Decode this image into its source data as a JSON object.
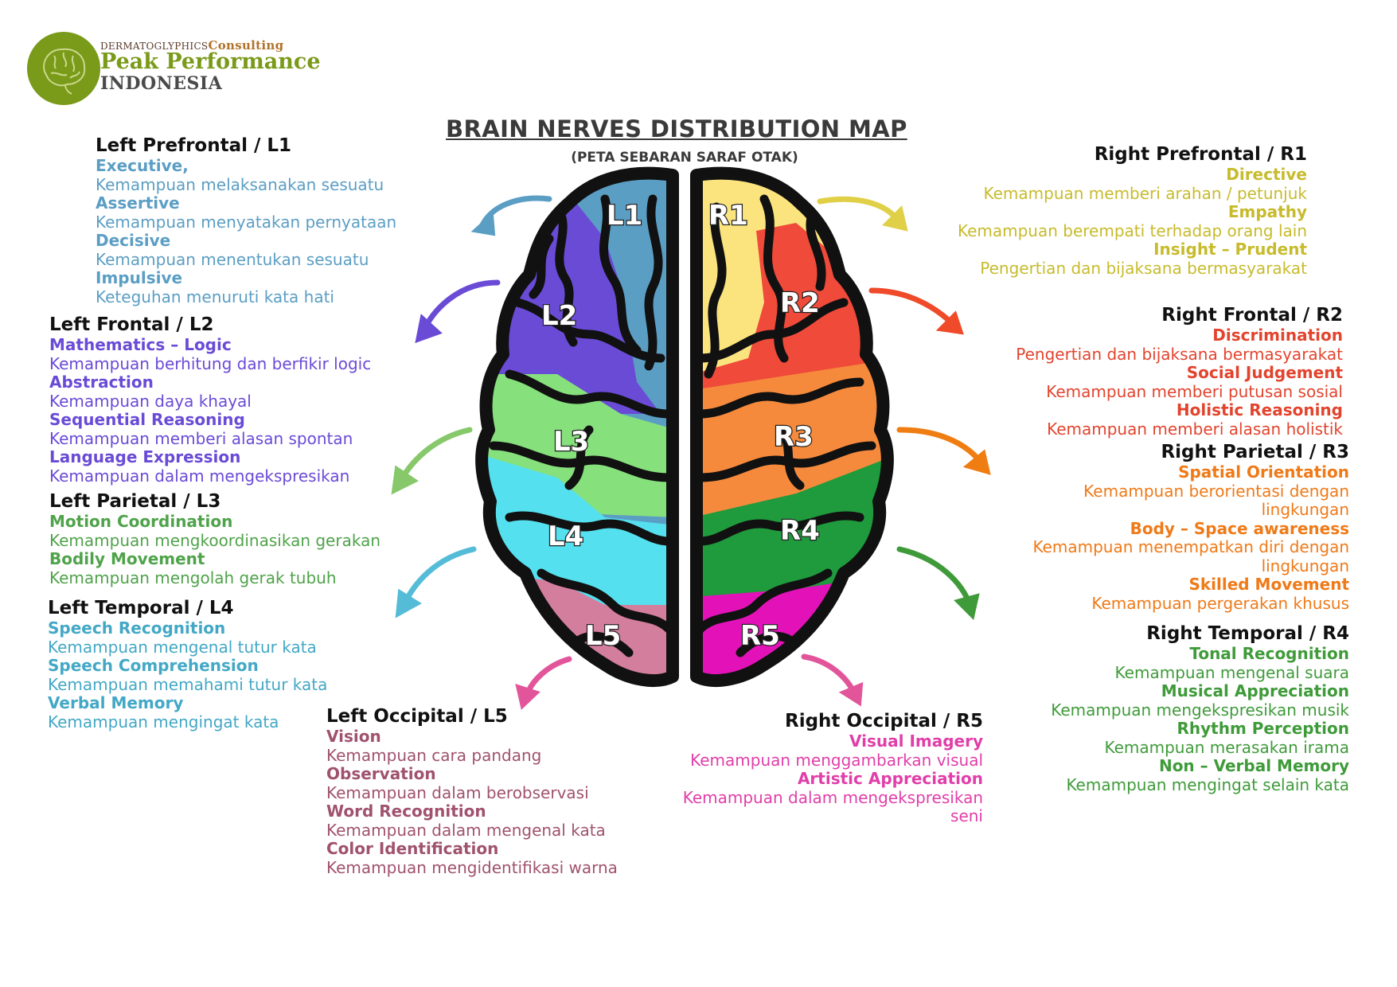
{
  "logo": {
    "line1a": "DERMATOGLYPHICS",
    "line1b": "Consulting",
    "line2": "Peak Performance",
    "line3": "INDONESIA"
  },
  "title": "BRAIN NERVES DISTRIBUTION  MAP",
  "subtitle": "(PETA SEBARAN SARAF OTAK)",
  "colors": {
    "L1": "#5b9ec4",
    "L2": "#6a4bd6",
    "L3": "#86e07c",
    "L4": "#55e0ef",
    "L5": "#d47e9e",
    "R1": "#fbe47e",
    "R2": "#ef4a3a",
    "R3": "#f68a3c",
    "R4": "#1f9a3c",
    "R5": "#e312b8"
  },
  "labels": {
    "L1": "L1",
    "L2": "L2",
    "L3": "L3",
    "L4": "L4",
    "L5": "L5",
    "R1": "R1",
    "R2": "R2",
    "R3": "R3",
    "R4": "R4",
    "R5": "R5"
  },
  "groups": {
    "L1": {
      "heading": "Left Prefrontal / L1",
      "color": "#5b9ec4",
      "items": [
        {
          "trait": "Executive,",
          "desc": "Kemampuan melaksanakan sesuatu"
        },
        {
          "trait": "Assertive",
          "desc": "Kemampuan menyatakan pernyataan"
        },
        {
          "trait": "Decisive",
          "desc": "Kemampuan menentukan sesuatu"
        },
        {
          "trait": "Impulsive",
          "desc": "Keteguhan menuruti kata hati"
        }
      ]
    },
    "L2": {
      "heading": "Left Frontal / L2",
      "color": "#6a4bd6",
      "items": [
        {
          "trait": "Mathematics – Logic",
          "desc": "Kemampuan berhitung dan berfikir logic"
        },
        {
          "trait": "Abstraction",
          "desc": "Kemampuan daya khayal"
        },
        {
          "trait": "Sequential Reasoning",
          "desc": "Kemampuan memberi alasan spontan"
        },
        {
          "trait": "Language Expression",
          "desc": "Kemampuan dalam mengekspresikan"
        }
      ]
    },
    "L3": {
      "heading": "Left Parietal / L3",
      "color": "#4fa34a",
      "items": [
        {
          "trait": "Motion Coordination",
          "desc": "Kemampuan mengkoordinasikan gerakan"
        },
        {
          "trait": "Bodily Movement",
          "desc": "Kemampuan mengolah gerak tubuh"
        }
      ]
    },
    "L4": {
      "heading": "Left Temporal / L4",
      "color": "#43a8c6",
      "items": [
        {
          "trait": "Speech Recognition",
          "desc": "Kemampuan mengenal tutur kata"
        },
        {
          "trait": "Speech Comprehension",
          "desc": "Kemampuan memahami tutur kata"
        },
        {
          "trait": "Verbal Memory",
          "desc": "Kemampuan mengingat kata"
        }
      ]
    },
    "L5": {
      "heading": "Left Occipital / L5",
      "color": "#a0526e",
      "items": [
        {
          "trait": "Vision",
          "desc": "Kemampuan cara pandang"
        },
        {
          "trait": "Observation",
          "desc": "Kemampuan dalam berobservasi"
        },
        {
          "trait": "Word Recognition",
          "desc": "Kemampuan dalam mengenal kata"
        },
        {
          "trait": "Color Identification",
          "desc": "Kemampuan mengidentifikasi warna"
        }
      ]
    },
    "R1": {
      "heading": "Right Prefrontal / R1",
      "color": "#c7bb2c",
      "items": [
        {
          "trait": "Directive",
          "desc": "Kemampuan memberi arahan / petunjuk"
        },
        {
          "trait": "Empathy",
          "desc": "Kemampuan berempati terhadap orang lain"
        },
        {
          "trait": "Insight – Prudent",
          "desc": "Pengertian dan bijaksana bermasyarakat"
        }
      ]
    },
    "R2": {
      "heading": "Right Frontal / R2",
      "color": "#e2442e",
      "items": [
        {
          "trait": "Discrimination",
          "desc": "Pengertian dan bijaksana bermasyarakat"
        },
        {
          "trait": "Social Judgement",
          "desc": "Kemampuan memberi putusan sosial"
        },
        {
          "trait": "Holistic Reasoning",
          "desc": "Kemampuan memberi alasan holistik"
        }
      ]
    },
    "R3": {
      "heading": "Right Parietal / R3",
      "color": "#ef7a18",
      "items": [
        {
          "trait": "Spatial Orientation",
          "desc": "Kemampuan berorientasi dengan lingkungan"
        },
        {
          "trait": "Body – Space awareness",
          "desc": "Kemampuan menempatkan diri dengan lingkungan"
        },
        {
          "trait": "Skilled Movement",
          "desc": "Kemampuan pergerakan khusus"
        }
      ]
    },
    "R4": {
      "heading": "Right Temporal / R4",
      "color": "#3f9b3a",
      "items": [
        {
          "trait": "Tonal Recognition",
          "desc": "Kemampuan mengenal suara"
        },
        {
          "trait": "Musical Appreciation",
          "desc": "Kemampuan mengekspresikan musik"
        },
        {
          "trait": "Rhythm Perception",
          "desc": "Kemampuan merasakan irama"
        },
        {
          "trait": "Non – Verbal Memory",
          "desc": "Kemampuan mengingat selain kata"
        }
      ]
    },
    "R5": {
      "heading": "Right Occipital / R5",
      "color": "#e13ea9",
      "items": [
        {
          "trait": "Visual Imagery",
          "desc": "Kemampuan menggambarkan visual"
        },
        {
          "trait": "Artistic Appreciation",
          "desc": "Kemampuan dalam mengekspresikan seni"
        }
      ]
    }
  }
}
